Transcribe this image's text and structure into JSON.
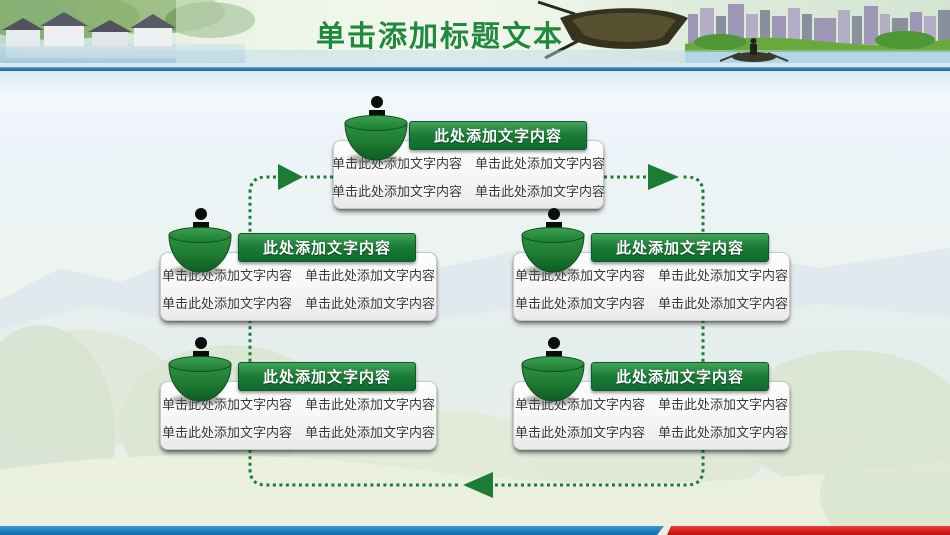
{
  "header": {
    "title": "单击添加标题文本"
  },
  "cards": [
    {
      "id": "top",
      "header": "此处添加文字内容",
      "body": [
        "单击此处添加文字内容",
        "单击此处添加文字内容",
        "单击此处添加文字内容",
        "单击此处添加文字内容"
      ]
    },
    {
      "id": "middle-left",
      "header": "此处添加文字内容",
      "body": [
        "单击此处添加文字内容",
        "单击此处添加文字内容",
        "单击此处添加文字内容",
        "单击此处添加文字内容"
      ]
    },
    {
      "id": "middle-right",
      "header": "此处添加文字内容",
      "body": [
        "单击此处添加文字内容",
        "单击此处添加文字内容",
        "单击此处添加文字内容",
        "单击此处添加文字内容"
      ]
    },
    {
      "id": "bottom-left",
      "header": "此处添加文字内容",
      "body": [
        "单击此处添加文字内容",
        "单击此处添加文字内容",
        "单击此处添加文字内容",
        "单击此处添加文字内容"
      ]
    },
    {
      "id": "bottom-right",
      "header": "此处添加文字内容",
      "body": [
        "单击此处添加文字内容",
        "单击此处添加文字内容",
        "单击此处添加文字内容",
        "单击此处添加文字内容"
      ]
    }
  ],
  "colors": {
    "title_green": "#1f8a3c",
    "header_bar_green": "#1b7c38",
    "connector_green": "#1b7c35",
    "footer_blue": "#1c7ec5",
    "footer_red": "#da1f1c"
  }
}
